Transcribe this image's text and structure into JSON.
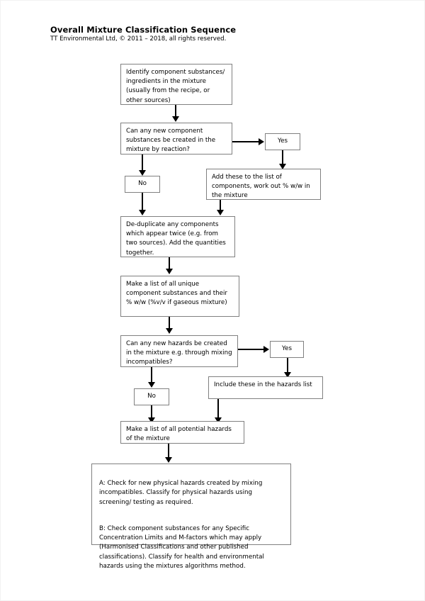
{
  "document": {
    "title": "Overall Mixture Classification Sequence",
    "copyright": "TT Environmental Ltd, © 2011 – 2018, all rights reserved."
  },
  "colors": {
    "page_background": "#ffffff",
    "box_border": "#808080",
    "connector": "#000000",
    "text": "#000000"
  },
  "flowchart": {
    "type": "flowchart",
    "orientation": "top-to-bottom",
    "nodes": [
      {
        "id": "identify-components",
        "label": "Identify component substances/ ingredients in the mixture (usually from the recipe, or other sources)",
        "shape": "rectangle"
      },
      {
        "id": "new-substances-question",
        "label": "Can any new component substances be created in the mixture by reaction?",
        "shape": "rectangle"
      },
      {
        "id": "new-substances-yes",
        "label": "Yes",
        "shape": "rectangle"
      },
      {
        "id": "new-substances-no",
        "label": "No",
        "shape": "rectangle"
      },
      {
        "id": "add-to-list",
        "label": "Add these to the list of components, work out % w/w in the mixture",
        "shape": "rectangle"
      },
      {
        "id": "de-duplicate",
        "label": "De-duplicate any components which appear twice (e.g. from two sources).  Add the quantities together.",
        "shape": "rectangle"
      },
      {
        "id": "unique-list",
        "label": "Make a list of all unique component substances and their % w/w (%v/v if gaseous mixture)",
        "shape": "rectangle"
      },
      {
        "id": "new-hazards-question",
        "label": "Can any new hazards be created in the mixture e.g. through mixing incompatibles?",
        "shape": "rectangle"
      },
      {
        "id": "new-hazards-yes",
        "label": "Yes",
        "shape": "rectangle"
      },
      {
        "id": "new-hazards-no",
        "label": "No",
        "shape": "rectangle"
      },
      {
        "id": "include-hazards",
        "label": "Include these in the hazards list",
        "shape": "rectangle"
      },
      {
        "id": "potential-hazards-list",
        "label": "Make a list of all potential hazards of the mixture",
        "shape": "rectangle"
      },
      {
        "id": "classification-steps",
        "paragraph_a": "A: Check for new physical hazards created by mixing incompatibles. Classify for physical hazards using screening/ testing as required.",
        "paragraph_b": "B: Check component substances for any Specific Concentration Limits and M-factors which may apply (Harmonised Classifications and other published classifications). Classify for health and environmental hazards using the mixtures algorithms method.",
        "shape": "rectangle"
      }
    ],
    "edges": [
      {
        "from": "identify-components",
        "to": "new-substances-question",
        "label": ""
      },
      {
        "from": "new-substances-question",
        "to": "new-substances-yes",
        "label": ""
      },
      {
        "from": "new-substances-question",
        "to": "new-substances-no",
        "label": ""
      },
      {
        "from": "new-substances-yes",
        "to": "add-to-list",
        "label": ""
      },
      {
        "from": "new-substances-no",
        "to": "de-duplicate",
        "label": ""
      },
      {
        "from": "add-to-list",
        "to": "de-duplicate",
        "label": ""
      },
      {
        "from": "de-duplicate",
        "to": "unique-list",
        "label": ""
      },
      {
        "from": "unique-list",
        "to": "new-hazards-question",
        "label": ""
      },
      {
        "from": "new-hazards-question",
        "to": "new-hazards-yes",
        "label": ""
      },
      {
        "from": "new-hazards-question",
        "to": "new-hazards-no",
        "label": ""
      },
      {
        "from": "new-hazards-yes",
        "to": "include-hazards",
        "label": ""
      },
      {
        "from": "new-hazards-no",
        "to": "potential-hazards-list",
        "label": ""
      },
      {
        "from": "include-hazards",
        "to": "potential-hazards-list",
        "label": ""
      },
      {
        "from": "potential-hazards-list",
        "to": "classification-steps",
        "label": ""
      }
    ]
  }
}
